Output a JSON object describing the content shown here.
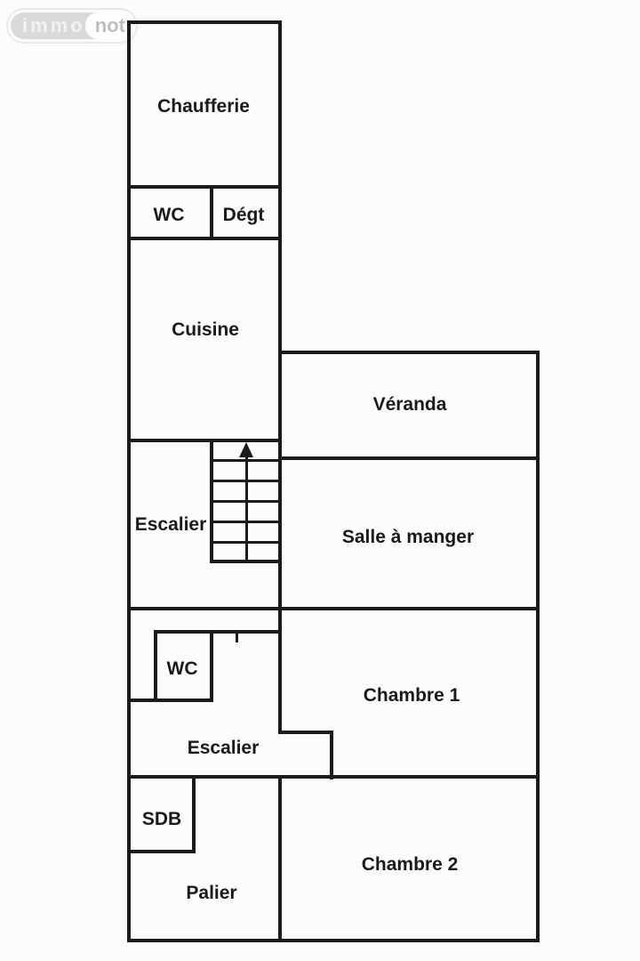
{
  "logo": {
    "immo": "immo",
    "not": "not"
  },
  "rooms": [
    {
      "id": "chaufferie",
      "label": "Chaufferie"
    },
    {
      "id": "wc-top",
      "label": "WC"
    },
    {
      "id": "degt",
      "label": "Dégt"
    },
    {
      "id": "cuisine",
      "label": "Cuisine"
    },
    {
      "id": "veranda",
      "label": "Véranda"
    },
    {
      "id": "escalier-upper",
      "label": "Escalier"
    },
    {
      "id": "salle-a-manger",
      "label": "Salle à manger"
    },
    {
      "id": "wc-lower",
      "label": "WC"
    },
    {
      "id": "chambre-1",
      "label": "Chambre 1"
    },
    {
      "id": "escalier-lower",
      "label": "Escalier"
    },
    {
      "id": "sdb",
      "label": "SDB"
    },
    {
      "id": "palier",
      "label": "Palier"
    },
    {
      "id": "chambre-2",
      "label": "Chambre 2"
    }
  ],
  "icons": {
    "stairs_arrow": "up-arrow"
  },
  "colors": {
    "wall": "#1b1b1b",
    "label_text": "#1a1a1a",
    "logo_capsule": "#d9d9d9",
    "logo_immo_text": "#f2f2f2",
    "logo_not_text": "#bfbfbf",
    "background": "#fcfcfc"
  }
}
